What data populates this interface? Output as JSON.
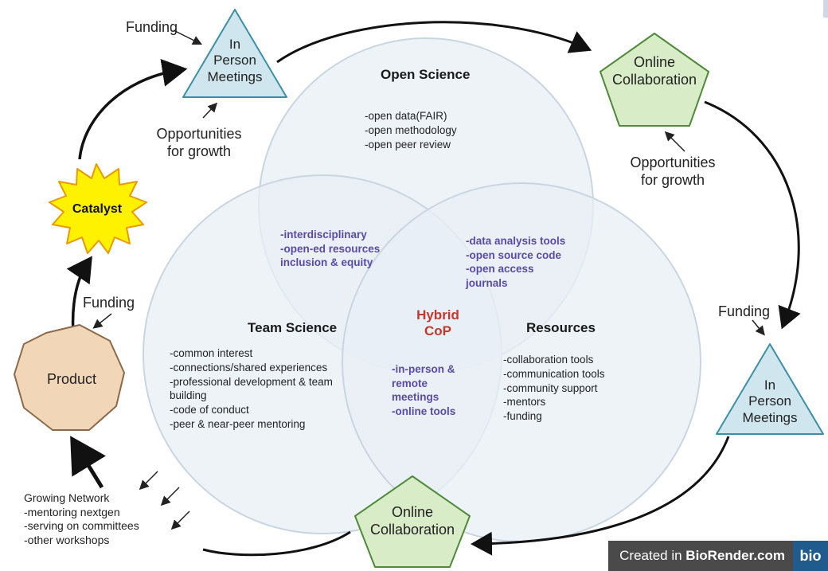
{
  "venn": {
    "open_science": {
      "title": "Open Science",
      "items": [
        "-open data(FAIR)",
        "-open methodology",
        "-open peer review"
      ]
    },
    "team_science": {
      "title": "Team Science",
      "items": [
        "-common interest",
        "-connections/shared experiences",
        "-professional development & team",
        "building",
        "-code of conduct",
        "-peer & near-peer mentoring"
      ]
    },
    "resources": {
      "title": "Resources",
      "items": [
        "-collaboration tools",
        "-communication tools",
        "-community support",
        "-mentors",
        "-funding"
      ]
    },
    "overlap_open_team": [
      "-interdisciplinary",
      "-open-ed resources",
      "inclusion & equity"
    ],
    "overlap_open_resources": [
      "-data analysis tools",
      "-open source code",
      "-open access",
      "journals"
    ],
    "overlap_team_resources": [
      "-in-person &",
      "remote",
      "meetings",
      "-online  tools"
    ],
    "center": [
      "Hybrid",
      "CoP"
    ]
  },
  "nodes": {
    "in_person_top": [
      "In",
      "Person",
      "Meetings"
    ],
    "online_top": [
      "Online",
      "Collaboration"
    ],
    "in_person_right": [
      "In",
      "Person",
      "Meetings"
    ],
    "online_bottom": [
      "Online",
      "Collaboration"
    ],
    "product": "Product",
    "catalyst": "Catalyst"
  },
  "annotations": {
    "funding_top": "Funding",
    "opportunities_left": [
      "Opportunities",
      "for growth"
    ],
    "opportunities_right": [
      "Opportunities",
      "for growth"
    ],
    "funding_right": "Funding",
    "funding_product": "Funding",
    "growing_network": [
      "Growing Network",
      "-mentoring nextgen",
      "-serving on committees",
      "-other workshops"
    ]
  },
  "badge": {
    "text_prefix": "Created in ",
    "text_bold": "BioRender.com",
    "logo": "bio"
  },
  "colors": {
    "triangle_fill": "#cfe6ef",
    "triangle_stroke": "#3d8fa8",
    "pentagon_fill": "#d9ecc8",
    "pentagon_stroke": "#4f8a3a",
    "octagon_fill": "#f2d6b8",
    "octagon_stroke": "#8a6a4a",
    "star_fill": "#fff200",
    "star_stroke": "#e89a00",
    "circle_fill": "#e8eff5",
    "circle_stroke": "#c9d6e2",
    "purple": "#5a4aa8",
    "red": "#c0392b"
  }
}
